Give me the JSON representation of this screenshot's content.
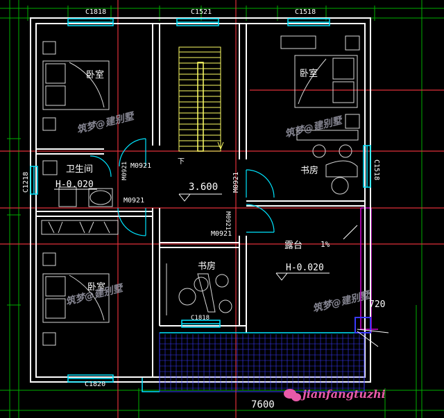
{
  "window_labels": {
    "top_left": "C1818",
    "top_mid": "C1521",
    "top_right": "C1518",
    "left": "C1218",
    "right": "C1518",
    "bottom_left": "C1820",
    "study_lower": "C1818"
  },
  "rooms": {
    "bedroom_nw": "卧室",
    "bedroom_ne": "卧室",
    "bedroom_sw": "卧室",
    "bathroom": "卫生间",
    "study_east": "书房",
    "study_south": "书房",
    "terrace": "露台"
  },
  "levels": {
    "bathroom": "H-0.020",
    "hall": "3.600",
    "terrace": "H-0.020"
  },
  "slope": "1%",
  "stair_down": "下",
  "doors": {
    "d1": "M0921",
    "d2": "M0921",
    "d3": "M0921",
    "d4": "M0921",
    "d5": "M0921",
    "d6": "M0921"
  },
  "dimensions": {
    "overall_width": "7600",
    "balcony": "720"
  },
  "watermark": {
    "center": "筑梦@建别墅",
    "brand": "jianfangtuzhi"
  },
  "colors": {
    "wall": "#ffffff",
    "window": "#00e5ff",
    "grid": "#00c000",
    "axis_red": "#e0303a",
    "terrace_tile": "#3a3aff",
    "roof_edge": "#d000d0",
    "stair": "#ffff66",
    "furniture": "#d9d9d9"
  }
}
